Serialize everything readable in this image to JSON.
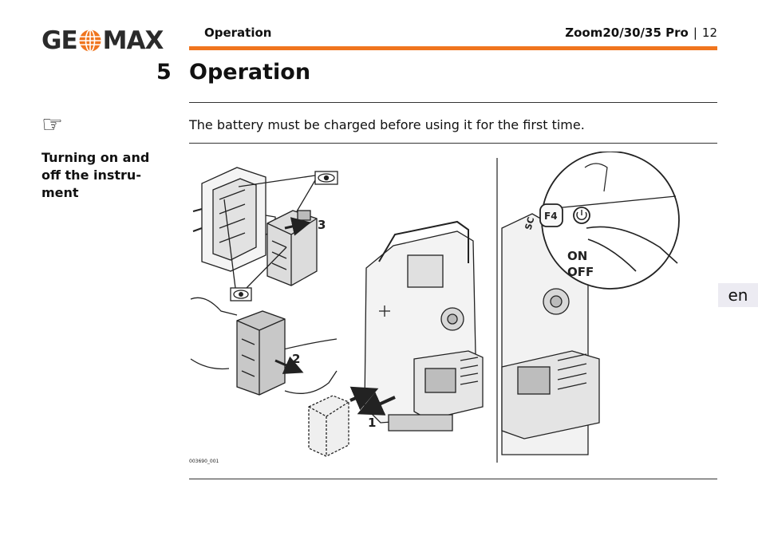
{
  "header": {
    "logo": {
      "left": "GE",
      "right": "MAX",
      "icon": "globe-icon"
    },
    "section": "Operation",
    "product": "Zoom20/30/35 Pro",
    "separator": "|",
    "page_number": "12",
    "accent_color": "#f0751e"
  },
  "chapter": {
    "number": "5",
    "title": "Operation"
  },
  "note": {
    "icon": "pointing-hand-icon",
    "glyph": "☞",
    "text": "The battery must be charged before using it for the first time."
  },
  "sidebar": {
    "heading": "Turning on and off the instru-ment"
  },
  "figure": {
    "step_1": "1",
    "step_2": "2",
    "step_3": "3",
    "key_f4": "F4",
    "key_esc": "SC",
    "on_label": "ON",
    "off_label": "OFF",
    "figure_id": "003690_001"
  },
  "language_tab": "en"
}
